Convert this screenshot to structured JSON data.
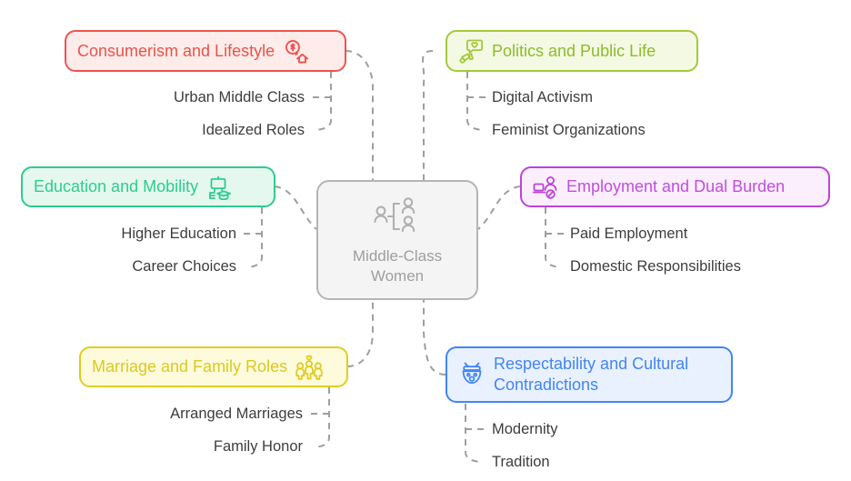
{
  "diagram": {
    "type": "mindmap",
    "central": {
      "label_line1": "Middle-Class",
      "label_line2": "Women",
      "icon": "org-people-icon",
      "border_color": "#b5b5b5",
      "fill_color": "#f4f4f4",
      "text_color": "#9e9e9e"
    },
    "branches": [
      {
        "id": "consumerism",
        "label": "Consumerism and Lifestyle",
        "icon": "money-house-icon",
        "border_color": "#ef5350",
        "fill_color": "#fdecea",
        "text_color": "#e8544a",
        "side": "left",
        "children": [
          "Urban Middle Class",
          "Idealized Roles"
        ]
      },
      {
        "id": "politics",
        "label": "Politics and Public Life",
        "icon": "megaphone-heart-icon",
        "border_color": "#a4c93a",
        "fill_color": "#f4f9e3",
        "text_color": "#8cbb2b",
        "side": "right",
        "children": [
          "Digital Activism",
          "Feminist Organizations"
        ]
      },
      {
        "id": "education",
        "label": "Education and Mobility",
        "icon": "graduation-board-icon",
        "border_color": "#2ecc8f",
        "fill_color": "#e4f8ef",
        "text_color": "#2ecc8f",
        "side": "left",
        "children": [
          "Higher Education",
          "Career Choices"
        ]
      },
      {
        "id": "employment",
        "label": "Employment and Dual Burden",
        "icon": "laptop-person-icon",
        "border_color": "#bb44d9",
        "fill_color": "#fbeefd",
        "text_color": "#c04ede",
        "side": "right",
        "children": [
          "Paid Employment",
          "Domestic Responsibilities"
        ]
      },
      {
        "id": "marriage",
        "label": "Marriage and Family Roles",
        "icon": "family-heart-icon",
        "border_color": "#e0cc20",
        "fill_color": "#fdfbdc",
        "text_color": "#ddc81f",
        "side": "left",
        "children": [
          "Arranged Marriages",
          "Family Honor"
        ]
      },
      {
        "id": "respectability",
        "label_line1": "Respectability and Cultural",
        "label_line2": "Contradictions",
        "label": "Respectability and Cultural Contradictions",
        "icon": "masked-face-icon",
        "border_color": "#4285f4",
        "fill_color": "#e9f1fe",
        "text_color": "#4285f4",
        "side": "right",
        "children": [
          "Modernity",
          "Tradition"
        ]
      }
    ],
    "connector_color": "#9e9e9e"
  }
}
